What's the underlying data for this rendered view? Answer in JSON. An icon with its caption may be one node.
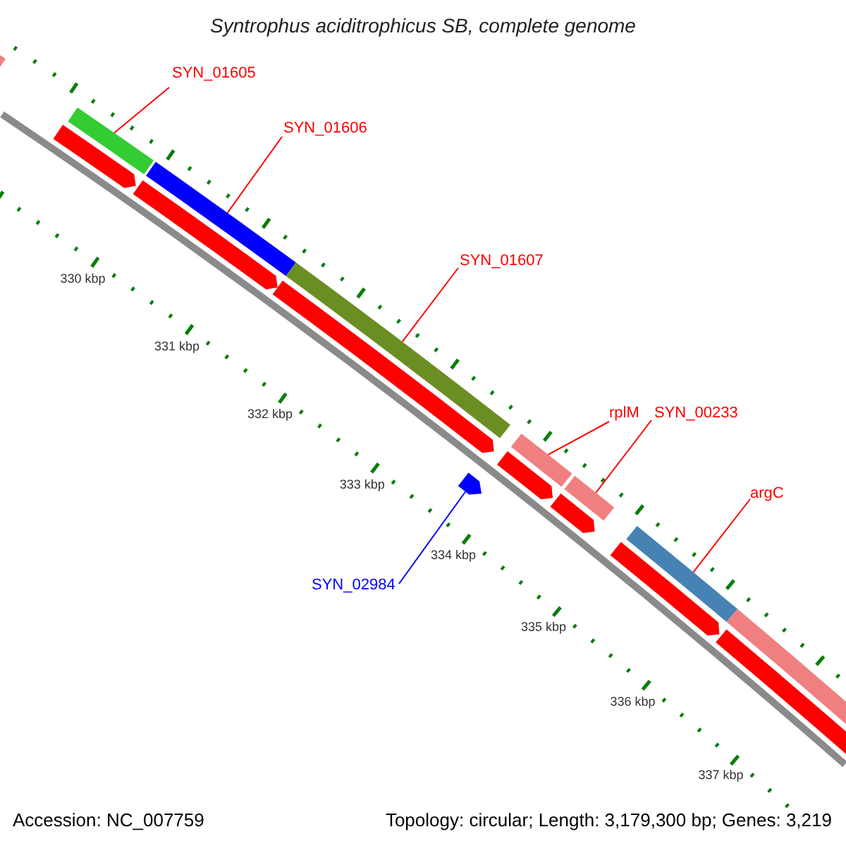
{
  "diagram": {
    "title": "Syntrophus aciditrophicus SB, complete genome",
    "nodes": [
      {
        "text": [
          "SYN_01605"
        ]
      },
      {
        "text": [],
        "shape": "bar"
      },
      {
        "text": [
          "SYN_01606"
        ]
      },
      {
        "text": [],
        "shape": "bar"
      },
      {
        "text": [
          "SYN_01607"
        ]
      },
      {
        "text": [],
        "shape": "bar"
      },
      {
        "text": [
          "rplM"
        ]
      },
      {
        "text": [],
        "shape": "bar"
      },
      {
        "text": [
          "SYN_00233"
        ]
      },
      {
        "text": [],
        "shape": "bar"
      },
      {
        "text": [
          "argC"
        ]
      },
      {
        "text": [],
        "shape": "bar"
      },
      {
        "text": [
          "SYN_02984"
        ]
      },
      {
        "text": [],
        "shape": "pentagon"
      },
      {
        "text": [],
        "shape": "bar"
      },
      {
        "text": [],
        "shape": "bar"
      },
      {
        "text": [],
        "shape": "bar"
      },
      {
        "text": [],
        "shape": "bar"
      },
      {
        "text": [],
        "shape": "bar"
      },
      {
        "text": [],
        "shape": "bar"
      },
      {
        "text": [],
        "shape": "bar"
      },
      {
        "text": [],
        "shape": "bar"
      },
      {
        "text": [],
        "shape": "bar"
      }
    ],
    "edges": [
      {
        "from": 0,
        "to": 1,
        "arrow": "none"
      },
      {
        "from": 2,
        "to": 3,
        "arrow": "none"
      },
      {
        "from": 4,
        "to": 5,
        "arrow": "none"
      },
      {
        "from": 6,
        "to": 7,
        "arrow": "none"
      },
      {
        "from": 8,
        "to": 9,
        "arrow": "none"
      },
      {
        "from": 10,
        "to": 11,
        "arrow": "none"
      },
      {
        "from": 12,
        "to": 13,
        "arrow": "none",
        "color": "#0000ff"
      }
    ],
    "labels": [
      "330 kbp",
      "331 kbp",
      "332 kbp",
      "333 kbp",
      "334 kbp",
      "335 kbp",
      "336 kbp",
      "337 kbp",
      "Accession: NC_007759",
      "Topology: circular; Length: 3,179,300 bp; Genes: 3,219"
    ]
  }
}
